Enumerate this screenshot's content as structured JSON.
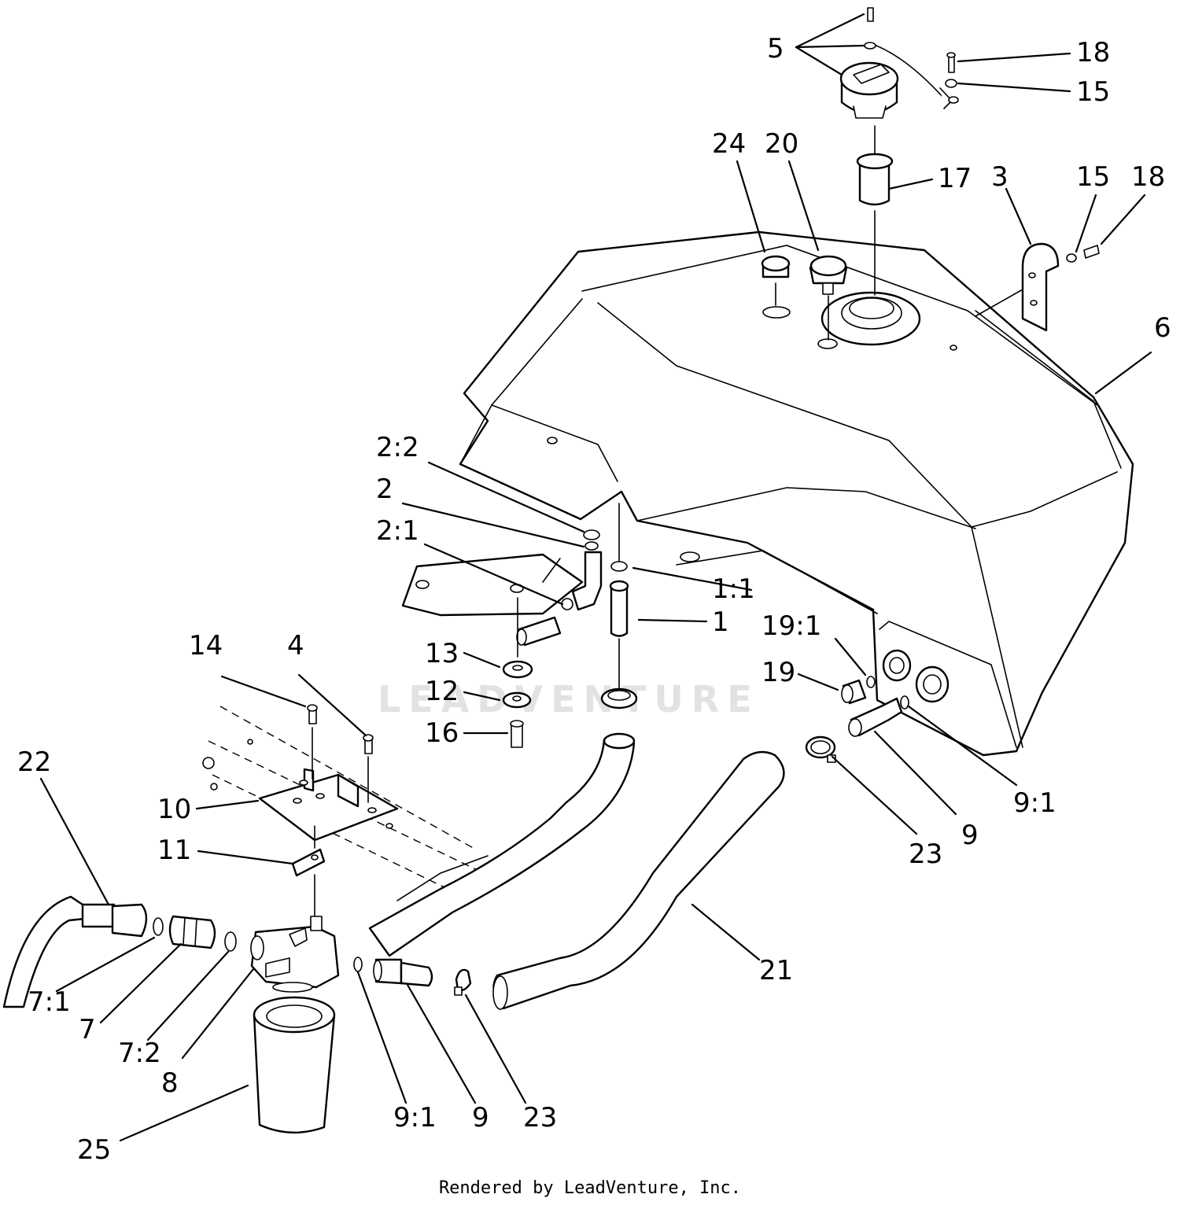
{
  "footer": {
    "credit": "Rendered by LeadVenture, Inc."
  },
  "watermark": {
    "text": "LEADVENTURE"
  },
  "callouts": [
    {
      "id": "5",
      "text": "5"
    },
    {
      "id": "18a",
      "text": "18"
    },
    {
      "id": "15a",
      "text": "15"
    },
    {
      "id": "24",
      "text": "24"
    },
    {
      "id": "20",
      "text": "20"
    },
    {
      "id": "17",
      "text": "17"
    },
    {
      "id": "3",
      "text": "3"
    },
    {
      "id": "15b",
      "text": "15"
    },
    {
      "id": "18b",
      "text": "18"
    },
    {
      "id": "6",
      "text": "6"
    },
    {
      "id": "2-2",
      "text": "2:2"
    },
    {
      "id": "2",
      "text": "2"
    },
    {
      "id": "2-1",
      "text": "2:1"
    },
    {
      "id": "1-1",
      "text": "1:1"
    },
    {
      "id": "1",
      "text": "1"
    },
    {
      "id": "13",
      "text": "13"
    },
    {
      "id": "12",
      "text": "12"
    },
    {
      "id": "16",
      "text": "16"
    },
    {
      "id": "19-1",
      "text": "19:1"
    },
    {
      "id": "19",
      "text": "19"
    },
    {
      "id": "14",
      "text": "14"
    },
    {
      "id": "4",
      "text": "4"
    },
    {
      "id": "22",
      "text": "22"
    },
    {
      "id": "10",
      "text": "10"
    },
    {
      "id": "11",
      "text": "11"
    },
    {
      "id": "9-1a",
      "text": "9:1"
    },
    {
      "id": "9a",
      "text": "9"
    },
    {
      "id": "23a",
      "text": "23"
    },
    {
      "id": "21",
      "text": "21"
    },
    {
      "id": "7-1",
      "text": "7:1"
    },
    {
      "id": "7",
      "text": "7"
    },
    {
      "id": "7-2",
      "text": "7:2"
    },
    {
      "id": "8",
      "text": "8"
    },
    {
      "id": "9-1b",
      "text": "9:1"
    },
    {
      "id": "9b",
      "text": "9"
    },
    {
      "id": "23b",
      "text": "23"
    },
    {
      "id": "25",
      "text": "25"
    }
  ]
}
